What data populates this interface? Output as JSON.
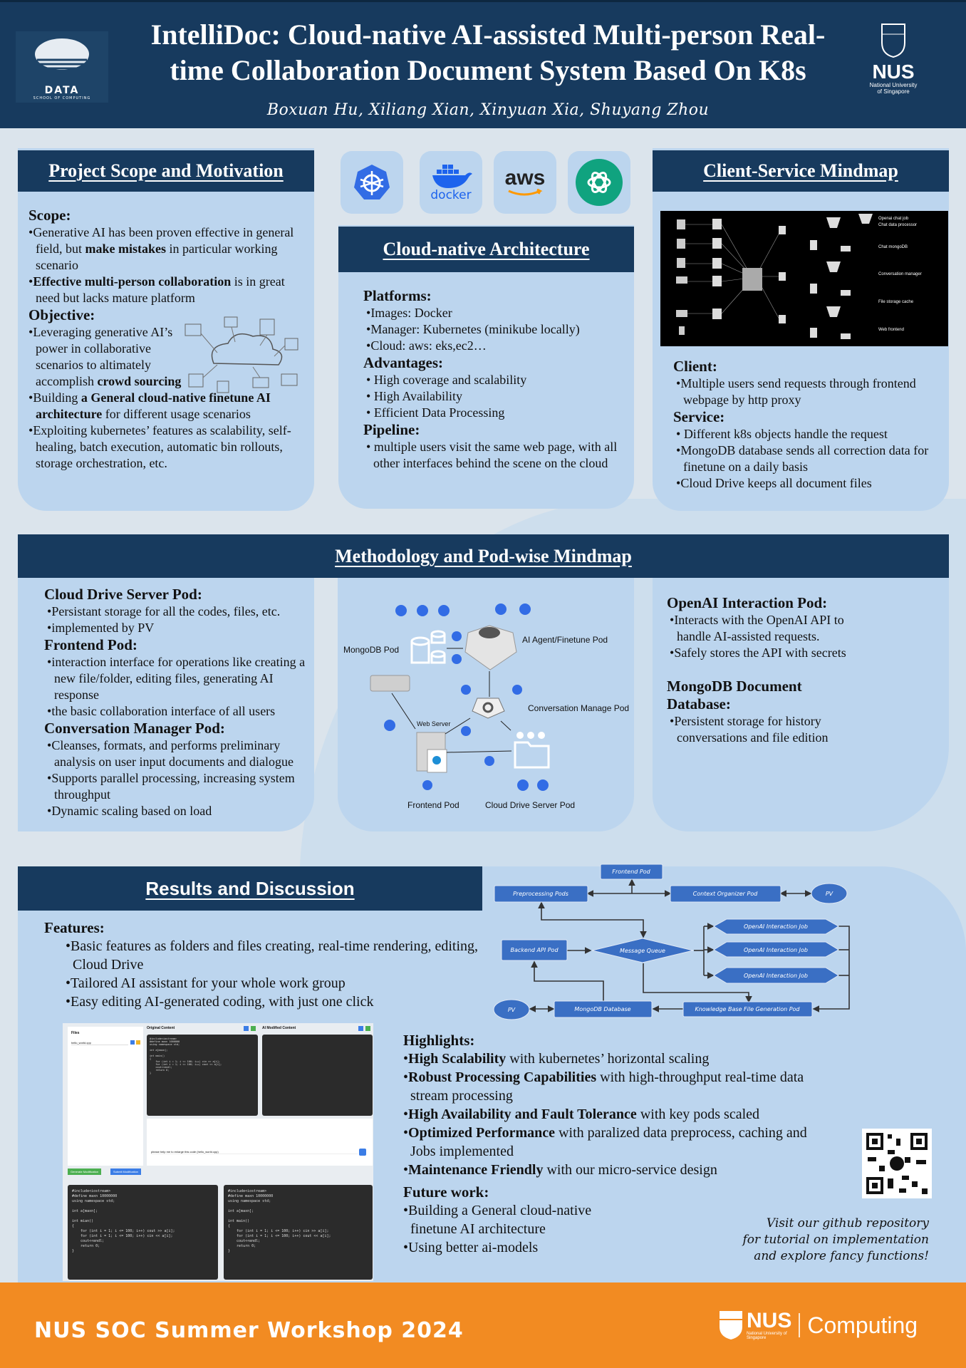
{
  "header": {
    "title_line1": "IntelliDoc: Cloud-native AI-assisted Multi-person Real-",
    "title_line2": "time Collaboration Document System Based On K8s",
    "authors": "Boxuan Hu, Xiliang Xian, Xinyuan Xia, Shuyang Zhou",
    "left_logo": {
      "name": "DATA",
      "sub": "SCHOOL OF COMPUTING"
    },
    "right_logo": {
      "name": "NUS",
      "sub1": "National University",
      "sub2": "of Singapore"
    }
  },
  "scope": {
    "title": "Project Scope and Motivation",
    "scope_heading": "Scope:",
    "scope_items": [
      [
        [
          "Generative AI has been proven effective in general field, but ",
          0
        ],
        [
          "make mistakes",
          1
        ],
        [
          " in particular working scenario",
          0
        ]
      ],
      [
        [
          "Effective multi-person collaboration",
          1
        ],
        [
          " is in great need but lacks mature platform",
          0
        ]
      ]
    ],
    "objective_heading": "Objective:",
    "objective_items": [
      [
        [
          "Leveraging generative AI’s power in collaborative scenarios to altimately accomplish ",
          0
        ],
        [
          "crowd sourcing",
          1
        ]
      ]
    ],
    "objective_items2": [
      [
        [
          "Building ",
          0
        ],
        [
          "a General cloud-native finetune AI architecture",
          1
        ],
        [
          " for different usage scenarios",
          0
        ]
      ],
      "Exploiting kubernetes’ features as scalability, self-healing, batch execution, automatic bin rollouts, storage orchestration, etc."
    ]
  },
  "tech_icons": {
    "kubernetes": "kubernetes-icon",
    "docker": "docker",
    "aws": "aws",
    "openai": "openai-icon"
  },
  "architecture": {
    "title": "Cloud-native Architecture",
    "platforms_heading": "Platforms:",
    "platforms": [
      "Images: Docker",
      "Manager: Kubernetes (minikube locally)",
      "Cloud: aws: eks,ec2…"
    ],
    "advantages_heading": "Advantages:",
    "advantages": [
      " High coverage and scalability",
      " High Availability",
      " Efficient Data Processing"
    ],
    "pipeline_heading": "Pipeline:",
    "pipeline": [
      " multiple users visit the same web page, with all other interfaces behind the scene on the cloud"
    ]
  },
  "client_service": {
    "title": "Client-Service Mindmap",
    "legend": [
      "Openai chat job",
      "Chat data processor",
      "Chat mongoDB",
      "Conversation manager",
      "File storage cache",
      "Web frontend"
    ],
    "client_heading": "Client:",
    "client": [
      "Multiple users send requests through frontend webpage by http proxy"
    ],
    "service_heading": "Service:",
    "service": [
      " Different k8s objects handle the request",
      "MongoDB database sends all correction data for finetune on a daily basis",
      "Cloud Drive keeps all document files"
    ]
  },
  "methodology": {
    "title": "Methodology and Pod-wise Mindmap",
    "cloud_drive_heading": "Cloud Drive Server Pod:",
    "cloud_drive": [
      "Persistant storage for all the codes, files, etc.",
      "implemented by PV"
    ],
    "frontend_heading": "Frontend Pod:",
    "frontend": [
      "interaction interface for operations like creating a new file/folder, editing files, generating AI response",
      "the basic collaboration interface of all users"
    ],
    "conv_heading": "Conversation Manager Pod:",
    "conv": [
      "Cleanses, formats, and performs preliminary analysis on user input documents and dialogue",
      "Supports parallel processing, increasing system throughput",
      "Dynamic scaling based on load"
    ],
    "openai_heading": "OpenAI Interaction Pod:",
    "openai": [
      "Interacts with the OpenAI API to handle AI-assisted requests.",
      "Safely stores the API with secrets"
    ],
    "mongo_heading": "MongoDB Document Database:",
    "mongo": [
      "Persistent storage for history conversations and file edition"
    ],
    "diagram": {
      "mongodb_pod": "MongoDB Pod",
      "ai_agent": "AI Agent/Finetune Pod",
      "web_server": "Web Server",
      "conv_manage": "Conversation Manage Pod",
      "frontend_pod": "Frontend Pod",
      "cloud_drive_pod": "Cloud Drive Server Pod"
    }
  },
  "results": {
    "title": "Results and Discussion",
    "features_heading": "Features:",
    "features": [
      "Basic features as folders and files creating, real-time rendering, editing, Cloud Drive",
      "Tailored AI assistant for your whole work group",
      "Easy editing AI-generated coding, with just one click"
    ],
    "highlights_heading": "Highlights:",
    "highlights": [
      [
        [
          "High Scalability",
          1
        ],
        [
          " with kubernetes’ horizontal scaling",
          0
        ]
      ],
      [
        [
          "Robust Processing Capabilities",
          1
        ],
        [
          " with high-throughput real-time data stream processing",
          0
        ]
      ],
      [
        [
          "High Availability and Fault Tolerance",
          1
        ],
        [
          " with key pods scaled",
          0
        ]
      ],
      [
        [
          "Optimized Performance",
          1
        ],
        [
          " with paralized data preprocess, caching and Jobs implemented",
          0
        ]
      ],
      [
        [
          "Maintenance Friendly",
          1
        ],
        [
          " with our micro-service design",
          0
        ]
      ]
    ],
    "future_heading": "Future work:",
    "future": [
      "Building a General cloud-native finetune AI architecture",
      "Using better ai-models"
    ],
    "visit": [
      "Visit our github repository",
      "for tutorial on implementation",
      "and explore fancy functions!"
    ]
  },
  "flowchart": {
    "frontend": "Frontend Pod",
    "preprocessing": "Preprocessing Pods",
    "context": "Context Organizer Pod",
    "pv_top": "PV",
    "backend": "Backend API Pod",
    "queue": "Message Queue",
    "job1": "OpenAI Interaction Job",
    "job2": "OpenAI Interaction Job",
    "job3": "OpenAI Interaction Job",
    "knowledge": "Knowledge Base File Generation Pod",
    "mongodb": "MongoDB Database",
    "pv_bottom": "PV"
  },
  "screenshot": {
    "files_label": "Files",
    "file_name": "hello_world.cpp",
    "original_label": "Original Content",
    "ai_label": "AI Modified Content",
    "original_code": "#include<iostream>\n#define maxn 1000000\nusing namespace std;\n\nint a[maxn];\n\nint main()\n{\n    for (int i = 1; i <= 100; i++) cin >> a[i];\n    for (int i = 1; i <= 100; i++) cout << a[i];\n    cout<<endl;\n    return 0;\n}",
    "prompt": "please help me to enlarge this code (hello_world.cpp)",
    "generate_btn": "Generate Modification",
    "submit_btn": "Submit Modification",
    "code_left": "#include<iostream>\n#define maxn 10000000\nusing namespace std;\n\nint a[maxn];\n\nint mian()\n{\n    for (int i = 1; i <= 100; i++) cout >> a[i];\n    for (int i = 1; i <= 100; i++) cin << a[i];\n    cout<<endl;\n    return 0;\n}",
    "code_right": "#include<iostream>\n#define maxn 10000000\nusing namespace std;\n\nint a[maxn];\n\nint main()\n{\n    for (int i = 1; i <= 100; i++) cin >> a[i];\n    for (int i = 1; i <= 100; i++) cout << a[i];\n    cout<<endl;\n    return 0;\n}"
  },
  "footer": {
    "text": "NUS SOC Summer Workshop 2024",
    "logo_nus": "NUS",
    "logo_computing": "Computing",
    "logo_sub": "National University of Singapore"
  },
  "colors": {
    "header": "#173a5e",
    "panel": "#bcd5ee",
    "background": "#dbe4ec",
    "footer": "#f28b22",
    "flow_node": "#3a6fc4",
    "k8s_blue": "#326ce5",
    "openai_green": "#10a37f"
  }
}
